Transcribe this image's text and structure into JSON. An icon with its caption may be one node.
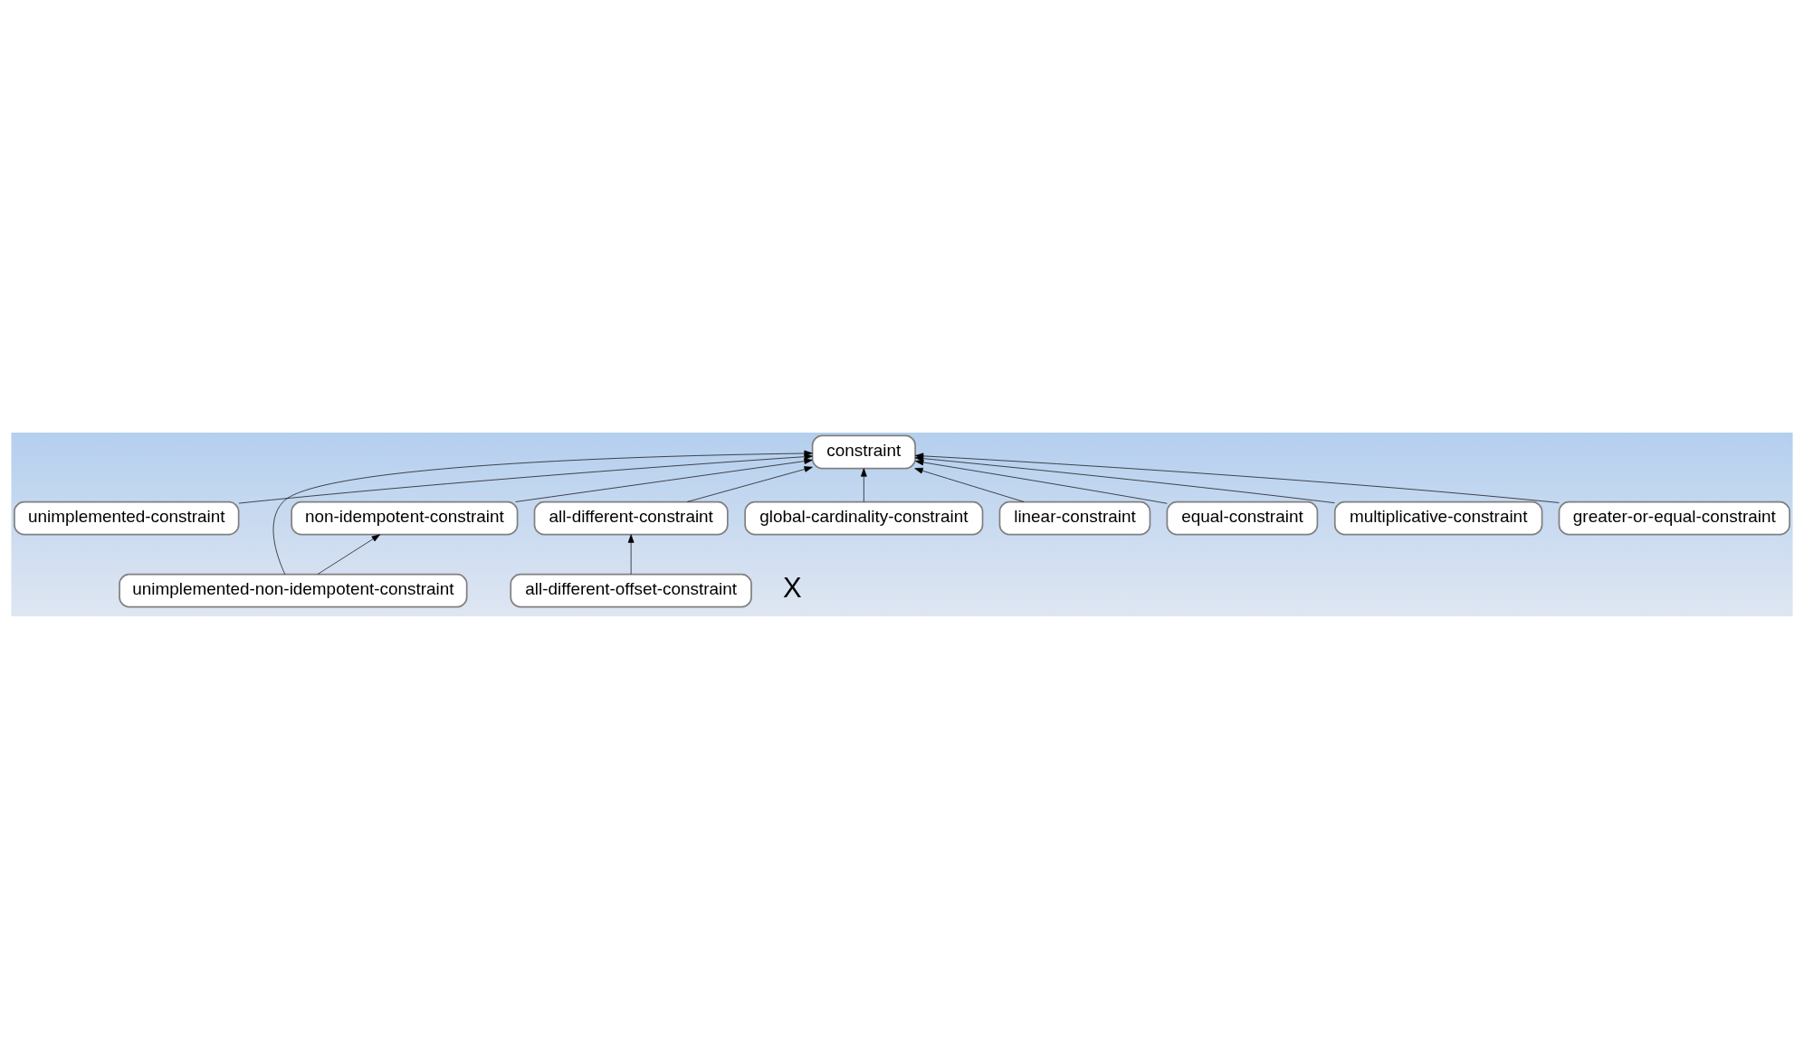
{
  "diagram": {
    "nodes": [
      {
        "text": [
          "constraint"
        ]
      },
      {
        "text": [
          "unimplemented-constraint"
        ]
      },
      {
        "text": [
          "unimplemented-non-idempotent-constraint"
        ]
      },
      {
        "text": [
          "all-different-constraint"
        ]
      },
      {
        "text": [
          "all-different-offset-constraint"
        ]
      },
      {
        "text": [
          "global-cardinality-constraint"
        ]
      },
      {
        "text": [
          "non-idempotent-constraint"
        ]
      },
      {
        "text": [
          "linear-constraint"
        ]
      },
      {
        "text": [
          "equal-constraint"
        ]
      },
      {
        "text": [
          "multiplicative-constraint"
        ]
      },
      {
        "text": [
          "greater-or-equal-constraint"
        ]
      }
    ],
    "edges": [
      {
        "from": 1,
        "to": 0,
        "arrow": "to"
      },
      {
        "from": 2,
        "to": 0,
        "arrow": "to"
      },
      {
        "from": 2,
        "to": 6,
        "arrow": "to"
      },
      {
        "from": 6,
        "to": 0,
        "arrow": "to"
      },
      {
        "from": 7,
        "to": 0,
        "arrow": "to"
      },
      {
        "from": 9,
        "to": 0,
        "arrow": "to"
      },
      {
        "from": 3,
        "to": 0,
        "arrow": "to"
      },
      {
        "from": 4,
        "to": 3,
        "arrow": "to"
      },
      {
        "from": 5,
        "to": 0,
        "arrow": "to"
      },
      {
        "from": 8,
        "to": 0,
        "arrow": "to"
      },
      {
        "from": 10,
        "to": 0,
        "arrow": "to"
      }
    ],
    "labels": [
      "X"
    ]
  }
}
